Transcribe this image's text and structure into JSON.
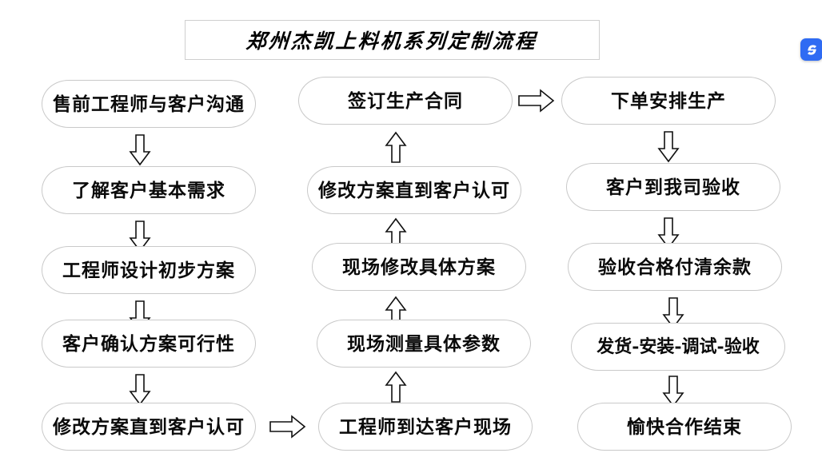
{
  "title": {
    "text": "郑州杰凯上料机系列定制流程"
  },
  "colors": {
    "background": "#ffffff",
    "box_border": "#c9c9c9",
    "title_border": "#cfcfcf",
    "text": "#0a0a0a",
    "arrow_outline": "#111111",
    "arrow_fill": "#ffffff",
    "logo_blue": "#2f6bf3"
  },
  "logo": {
    "name": "s-badge-logo",
    "glyph": "S"
  },
  "columns": [
    {
      "id": "column-1",
      "direction": "down",
      "nodes": [
        {
          "id": "node-1-1",
          "label": "售前工程师与客户沟通"
        },
        {
          "id": "node-1-2",
          "label": "了解客户基本需求"
        },
        {
          "id": "node-1-3",
          "label": "工程师设计初步方案"
        },
        {
          "id": "node-1-4",
          "label": "客户确认方案可行性"
        },
        {
          "id": "node-1-5",
          "label": "修改方案直到客户认可"
        }
      ]
    },
    {
      "id": "column-2",
      "direction": "up",
      "nodes": [
        {
          "id": "node-2-1",
          "label": "签订生产合同"
        },
        {
          "id": "node-2-2",
          "label": "修改方案直到客户认可"
        },
        {
          "id": "node-2-3",
          "label": "现场修改具体方案"
        },
        {
          "id": "node-2-4",
          "label": "现场测量具体参数"
        },
        {
          "id": "node-2-5",
          "label": "工程师到达客户现场"
        }
      ]
    },
    {
      "id": "column-3",
      "direction": "down",
      "nodes": [
        {
          "id": "node-3-1",
          "label": "下单安排生产"
        },
        {
          "id": "node-3-2",
          "label": "客户到我司验收"
        },
        {
          "id": "node-3-3",
          "label": "验收合格付清余款"
        },
        {
          "id": "node-3-4",
          "label": "发货-安装-调试-验收"
        },
        {
          "id": "node-3-5",
          "label": "愉快合作结束"
        }
      ]
    }
  ],
  "connectors": [
    {
      "id": "arrow-c1-1-2",
      "direction": "down",
      "from": "node-1-1",
      "to": "node-1-2"
    },
    {
      "id": "arrow-c1-2-3",
      "direction": "down",
      "from": "node-1-2",
      "to": "node-1-3"
    },
    {
      "id": "arrow-c1-3-4",
      "direction": "down",
      "from": "node-1-3",
      "to": "node-1-4"
    },
    {
      "id": "arrow-c1-4-5",
      "direction": "down",
      "from": "node-1-4",
      "to": "node-1-5"
    },
    {
      "id": "arrow-c1-to-c2",
      "direction": "right",
      "from": "node-1-5",
      "to": "node-2-5"
    },
    {
      "id": "arrow-c2-5-4",
      "direction": "up",
      "from": "node-2-5",
      "to": "node-2-4"
    },
    {
      "id": "arrow-c2-4-3",
      "direction": "up",
      "from": "node-2-4",
      "to": "node-2-3"
    },
    {
      "id": "arrow-c2-3-2",
      "direction": "up",
      "from": "node-2-3",
      "to": "node-2-2"
    },
    {
      "id": "arrow-c2-2-1",
      "direction": "up",
      "from": "node-2-2",
      "to": "node-2-1"
    },
    {
      "id": "arrow-c2-to-c3",
      "direction": "right",
      "from": "node-2-1",
      "to": "node-3-1"
    },
    {
      "id": "arrow-c3-1-2",
      "direction": "down",
      "from": "node-3-1",
      "to": "node-3-2"
    },
    {
      "id": "arrow-c3-2-3",
      "direction": "down",
      "from": "node-3-2",
      "to": "node-3-3"
    },
    {
      "id": "arrow-c3-3-4",
      "direction": "down",
      "from": "node-3-3",
      "to": "node-3-4"
    },
    {
      "id": "arrow-c3-4-5",
      "direction": "down",
      "from": "node-3-4",
      "to": "node-3-5"
    }
  ]
}
